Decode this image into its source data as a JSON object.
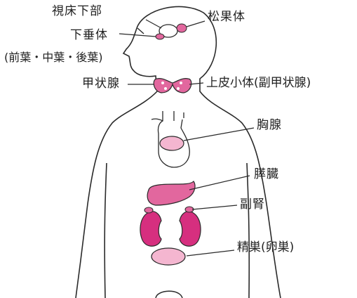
{
  "labels": {
    "hypothalamus": "視床下部",
    "pineal": "松果体",
    "pituitary": "下垂体",
    "pituitary_detail": "(前葉・中葉・後葉)",
    "thyroid": "甲状腺",
    "parathyroid": "上皮小体(副甲状腺)",
    "thymus": "胸腺",
    "pancreas": "膵臓",
    "adrenal": "副腎",
    "gonads": "精巣(卵巣)"
  },
  "colors": {
    "outline": "#2a2a2a",
    "pink_light": "#f4b6d0",
    "pink_mid": "#e2679e",
    "pink_deep": "#d62f7f",
    "thyroid_dots": "#ffffff"
  }
}
